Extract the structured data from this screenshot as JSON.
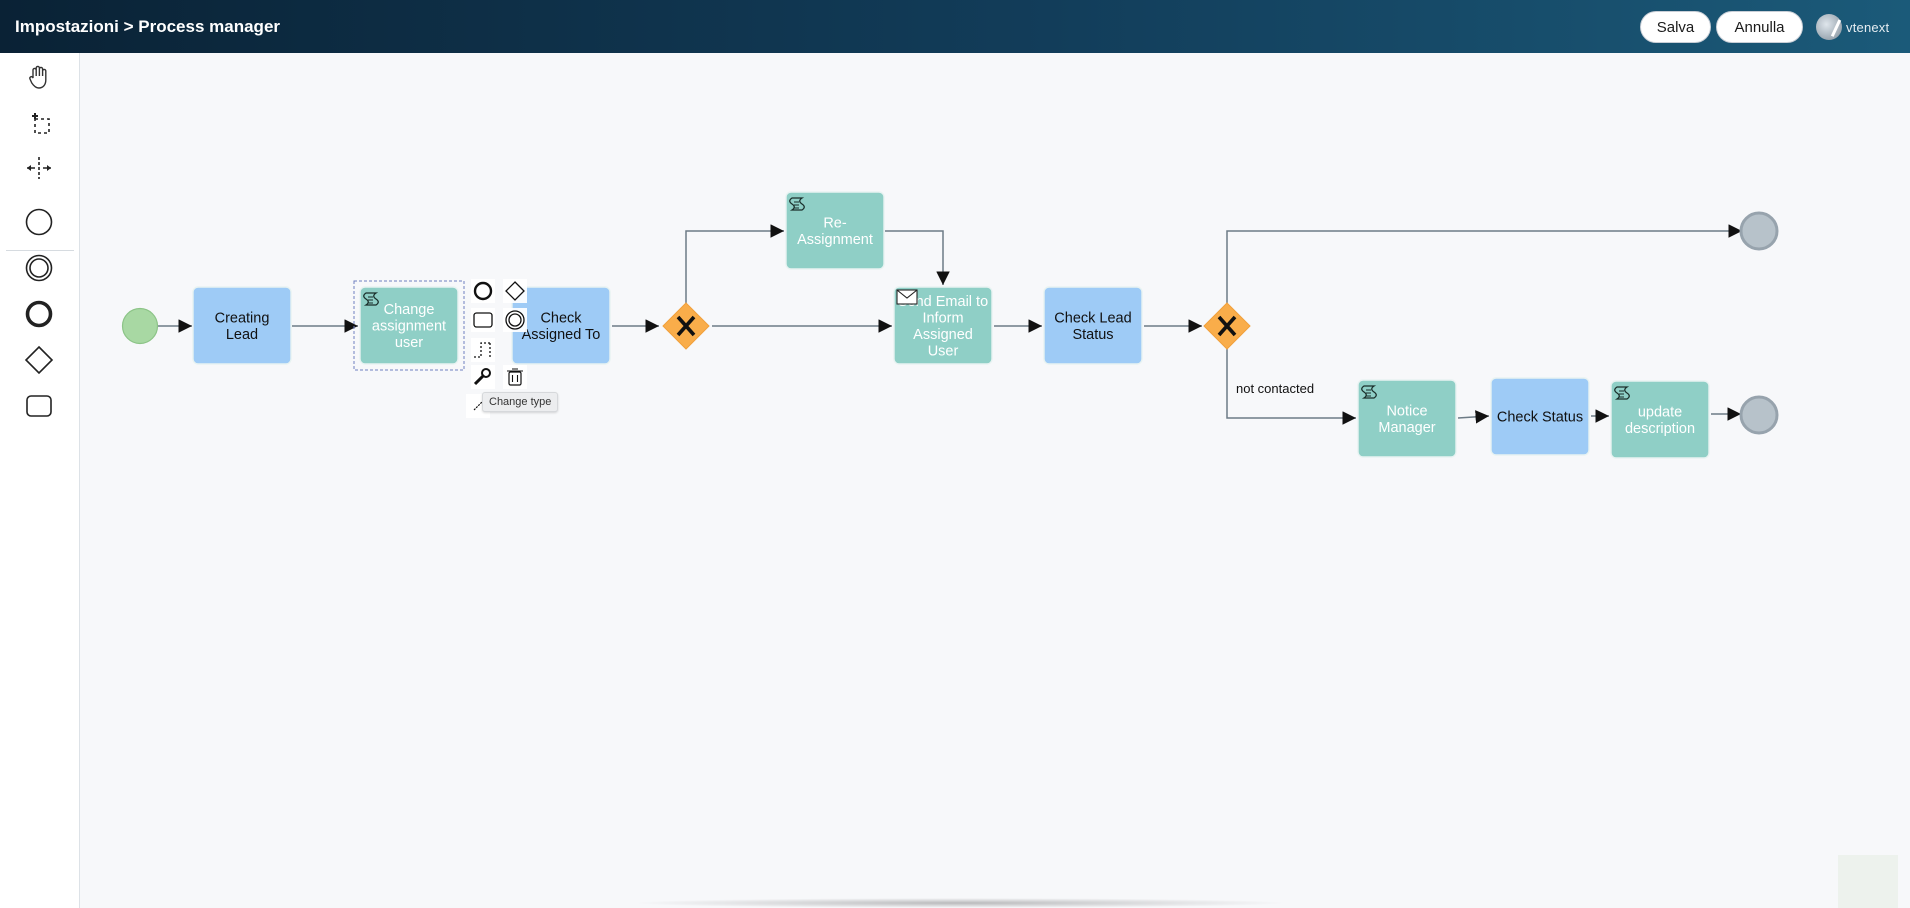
{
  "header": {
    "title": "Impostazioni > Process manager",
    "save_label": "Salva",
    "cancel_label": "Annulla",
    "logo_text": "vtenext",
    "bg_color": "#123d5a"
  },
  "tools": {
    "hand": "hand-tool-icon",
    "lasso": "lasso-tool-icon",
    "space": "space-tool-icon",
    "start_event": "start-event-icon",
    "intermediate_event": "intermediate-event-icon",
    "end_event": "end-event-icon",
    "gateway": "gateway-icon",
    "task": "task-icon"
  },
  "diagram": {
    "tasks": [
      {
        "id": "creating-lead",
        "lines": [
          "Creating",
          "Lead"
        ],
        "type": "user",
        "selected": false
      },
      {
        "id": "change-assignment-user",
        "lines": [
          "Change",
          "assignment",
          "user"
        ],
        "type": "script",
        "selected": true
      },
      {
        "id": "check-assigned-to",
        "lines": [
          "Check",
          "Assigned To"
        ],
        "type": "user",
        "selected": false
      },
      {
        "id": "re-assignment",
        "lines": [
          "Re-",
          "Assignment"
        ],
        "type": "script",
        "selected": false
      },
      {
        "id": "send-email",
        "lines": [
          "Send Email to",
          "Inform",
          "Assigned",
          "User"
        ],
        "type": "mail",
        "selected": false
      },
      {
        "id": "check-lead-status",
        "lines": [
          "Check Lead",
          "Status"
        ],
        "type": "user",
        "selected": false
      },
      {
        "id": "notice-manager",
        "lines": [
          "Notice",
          "Manager"
        ],
        "type": "script",
        "selected": false
      },
      {
        "id": "check-status",
        "lines": [
          "Check Status"
        ],
        "type": "user",
        "selected": false
      },
      {
        "id": "update-description",
        "lines": [
          "update",
          "description"
        ],
        "type": "script",
        "selected": false
      }
    ],
    "flow_labels": {
      "not_contacted": "not contacted"
    },
    "colors": {
      "user_task": "#9ecbf6",
      "script_task": "#8fcfc6",
      "start_event": "#a8d8a3",
      "end_event": "#b7c2ca",
      "gateway": "#f9ad4a",
      "flow": "#6d7b86"
    }
  },
  "context_pad": {
    "tooltip": "Change type",
    "items": [
      "pad-end-event-icon",
      "pad-gateway-icon",
      "pad-task-icon",
      "pad-intermediate-event-icon",
      "pad-connect-icon",
      "pad-wrench-icon",
      "pad-delete-icon",
      "pad-annotation-icon"
    ]
  }
}
